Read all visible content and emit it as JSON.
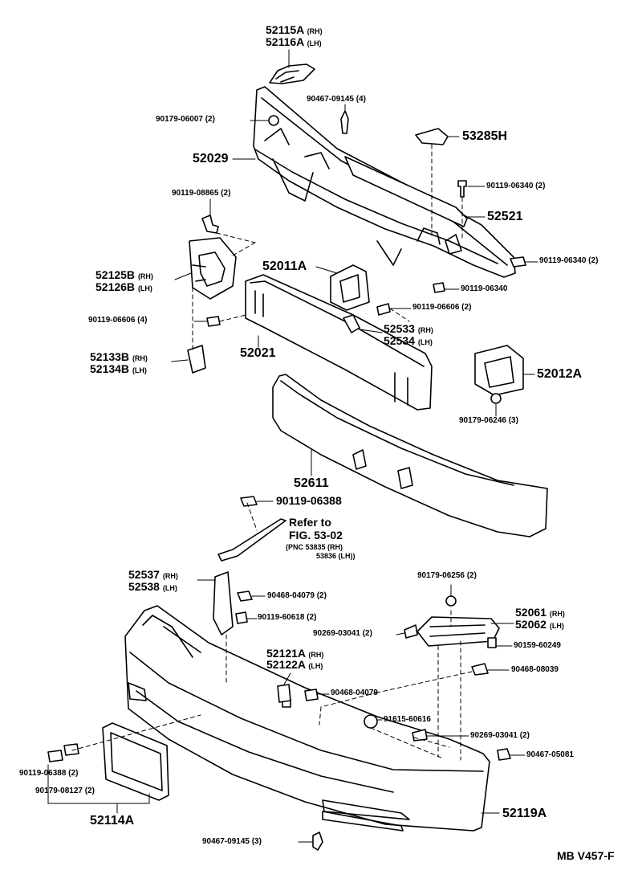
{
  "diagram_id": "MB  V457-F",
  "parts": {
    "p52115A": "52115A",
    "s52115A": "(RH)",
    "p52116A": "52116A",
    "s52116A": "(LH)",
    "p90467_09145_4": "90467-09145 (4)",
    "p90179_06007": "90179-06007 (2)",
    "p53285H": "53285H",
    "p52029": "52029",
    "p90119_06340_2a": "90119-06340 (2)",
    "p90119_08865": "90119-08865 (2)",
    "p52521": "52521",
    "p90119_06340_2b": "90119-06340 (2)",
    "p52011A": "52011A",
    "p90119_06340": "90119-06340",
    "p52125B": "52125B",
    "s52125B": "(RH)",
    "p52126B": "52126B",
    "s52126B": "(LH)",
    "p90119_06606_2": "90119-06606 (2)",
    "p90119_06606_4": "90119-06606 (4)",
    "p52533": "52533",
    "s52533": "(RH)",
    "p52534": "52534",
    "s52534": "(LH)",
    "p52021": "52021",
    "p52133B": "52133B",
    "s52133B": "(RH)",
    "p52134B": "52134B",
    "s52134B": "(LH)",
    "p52012A": "52012A",
    "p90179_06246": "90179-06246 (3)",
    "p52611": "52611",
    "p90119_06388": "90119-06388",
    "ref1": "Refer to",
    "ref2": "FIG. 53-02",
    "ref3": "(PNC 53835 (RH)",
    "ref4": "53836 (LH))",
    "p52537": "52537",
    "s52537": "(RH)",
    "p52538": "52538",
    "s52538": "(LH)",
    "p90468_04079_2": "90468-04079 (2)",
    "p90179_06256": "90179-06256 (2)",
    "p90119_60618": "90119-60618 (2)",
    "p52061": "52061",
    "s52061": "(RH)",
    "p52062": "52062",
    "s52062": "(LH)",
    "p90269_03041_2a": "90269-03041 (2)",
    "p90159_60249": "90159-60249",
    "p52121A": "52121A",
    "s52121A": "(RH)",
    "p52122A": "52122A",
    "s52122A": "(LH)",
    "p90468_08039": "90468-08039",
    "p90468_04079": "90468-04079",
    "p91615_60616": "91615-60616",
    "p90269_03041_2b": "90269-03041 (2)",
    "p90467_05081": "90467-05081",
    "p90119_06388_2": "90119-06388 (2)",
    "p90179_08127": "90179-08127 (2)",
    "p52114A": "52114A",
    "p52119A": "52119A",
    "p90467_09145_3": "90467-09145 (3)"
  }
}
